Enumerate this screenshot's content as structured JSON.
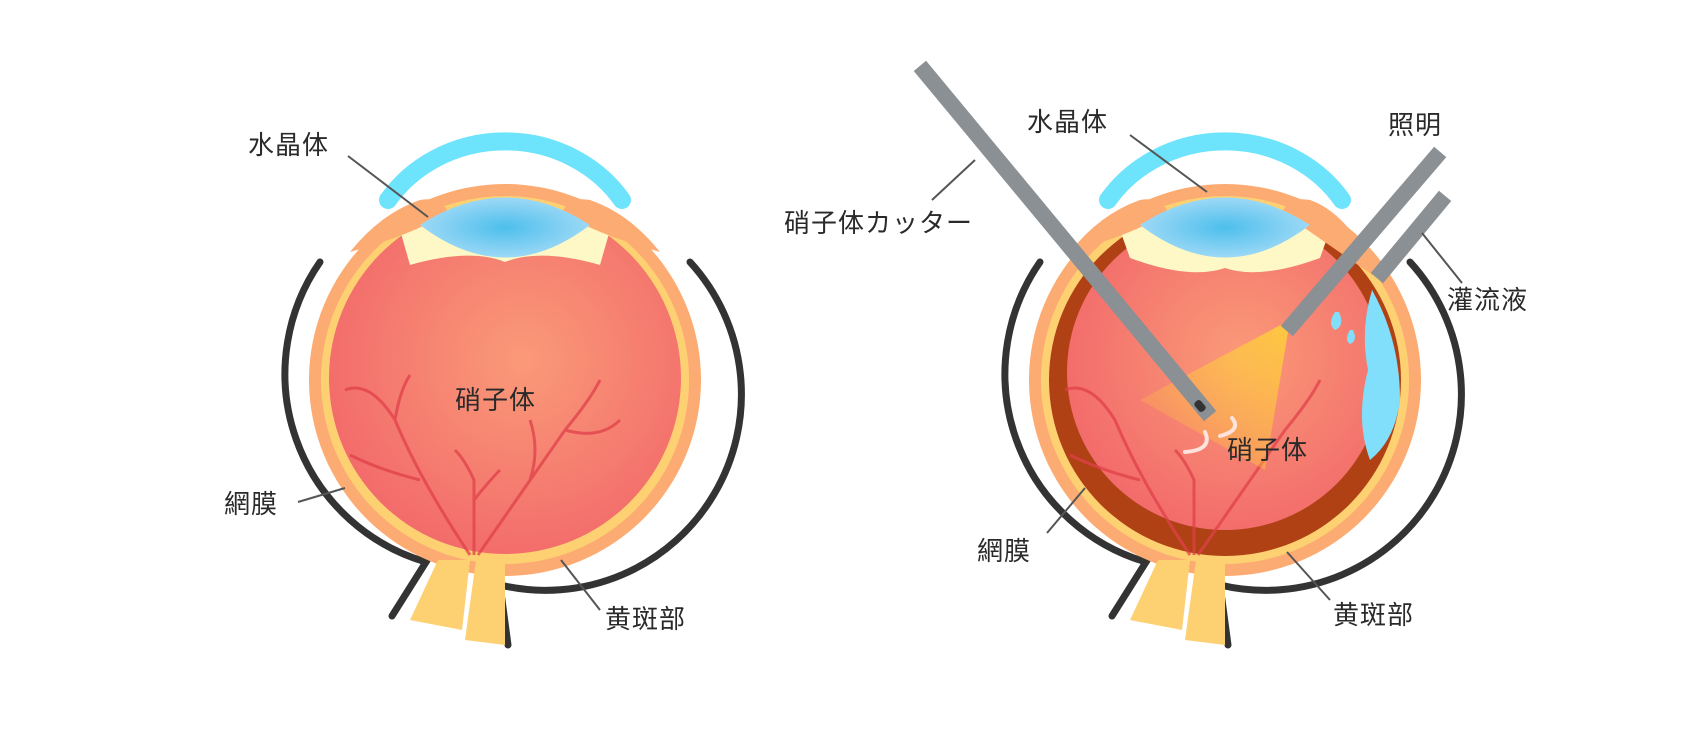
{
  "left_diagram": {
    "title": "normal-eye-cross-section",
    "labels": {
      "lens": "水晶体",
      "vitreous": "硝子体",
      "retina": "網膜",
      "macula": "黄斑部"
    }
  },
  "right_diagram": {
    "title": "vitrectomy-eye-cross-section",
    "labels": {
      "lens": "水晶体",
      "vitreous_cutter": "硝子体カッター",
      "illumination": "照明",
      "infusion": "灌流液",
      "vitreous": "硝子体",
      "retina": "網膜",
      "macula": "黄斑部"
    }
  },
  "colors": {
    "cornea": "#6ee3fc",
    "lens": "#4fc0ec",
    "vitreous": "#f3706b",
    "choroid_outer": "#fcab72",
    "choroid_inner": "#fdd172",
    "sclera_line": "#333333",
    "detached_layer": "#b04115",
    "instrument": "#8a9094",
    "light_cone": "#ffd54a",
    "infusion_fluid": "#82dffb",
    "vessel": "#e0404a",
    "leader_line": "#555555"
  }
}
